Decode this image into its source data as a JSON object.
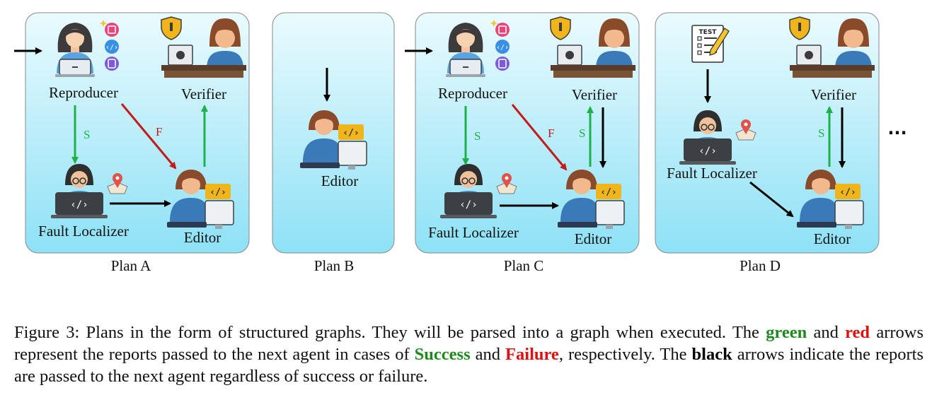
{
  "plans": [
    {
      "label": "Plan A",
      "nodes": {
        "reproducer": "Reproducer",
        "verifier": "Verifier",
        "fault_localizer": "Fault Localizer",
        "editor": "Editor"
      },
      "edges": {
        "s": "S",
        "f": "F"
      }
    },
    {
      "label": "Plan B",
      "nodes": {
        "editor": "Editor"
      }
    },
    {
      "label": "Plan C",
      "nodes": {
        "reproducer": "Reproducer",
        "verifier": "Verifier",
        "fault_localizer": "Fault Localizer",
        "editor": "Editor"
      },
      "edges": {
        "s1": "S",
        "f": "F",
        "s2": "S"
      }
    },
    {
      "label": "Plan D",
      "nodes": {
        "test_doc": "TEST",
        "verifier": "Verifier",
        "fault_localizer": "Fault Localizer",
        "editor": "Editor"
      },
      "edges": {
        "s": "S"
      }
    }
  ],
  "ellipsis": "...",
  "icons": [
    "reproducer-avatar-icon",
    "verifier-avatar-icon",
    "fault-localizer-avatar-icon",
    "editor-avatar-icon",
    "test-document-icon",
    "code-badge-icon",
    "map-pin-icon",
    "shield-badge-icon"
  ],
  "colors": {
    "success": "#1eb04a",
    "failure": "#c41a1a",
    "neutral": "#000000",
    "panel_top": "#e9fafe",
    "panel_bottom": "#8fe2f6"
  },
  "caption": {
    "prefix": "Figure 3: Plans in the form of structured graphs. They will be parsed into a graph when executed. The ",
    "green": "green",
    "and1": " and ",
    "red": "red",
    "mid": " arrows represent the reports passed to the next agent in cases of ",
    "success": "Success",
    "and2": " and ",
    "failure": "Failure",
    "after": ", respectively. The ",
    "black": "black",
    "suffix": " arrows indicate the reports are passed to the next agent regardless of success or failure."
  }
}
